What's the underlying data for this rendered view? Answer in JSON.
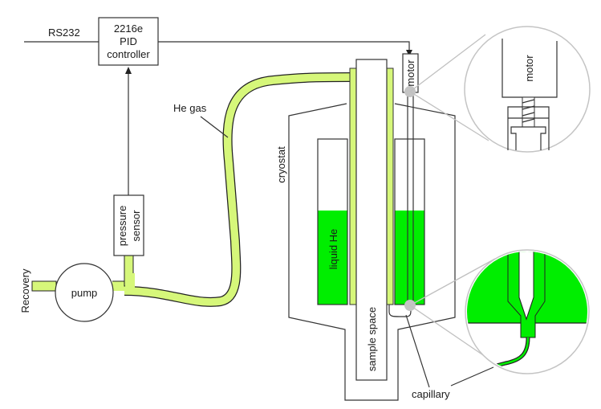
{
  "title": "Cryostat helium gas pressure control schematic",
  "colors": {
    "gas_fill": "#d6f77a",
    "liquid_fill": "#00ee00",
    "outline": "#333333",
    "callout": "#c0c0c0"
  },
  "labels": {
    "rs232": "RS232",
    "controller_line1": "2216e",
    "controller_line2": "PID",
    "controller_line3": "controller",
    "he_gas": "He gas",
    "pressure_line1": "pressure",
    "pressure_line2": "sensor",
    "recovery": "Recovery",
    "pump": "pump",
    "cryostat": "cryostat",
    "liquid_he": "liquid He",
    "sample_space": "sample space",
    "motor": "motor",
    "motor_detail": "motor",
    "capillary": "capillary"
  },
  "liquid_level_fraction": 0.55
}
